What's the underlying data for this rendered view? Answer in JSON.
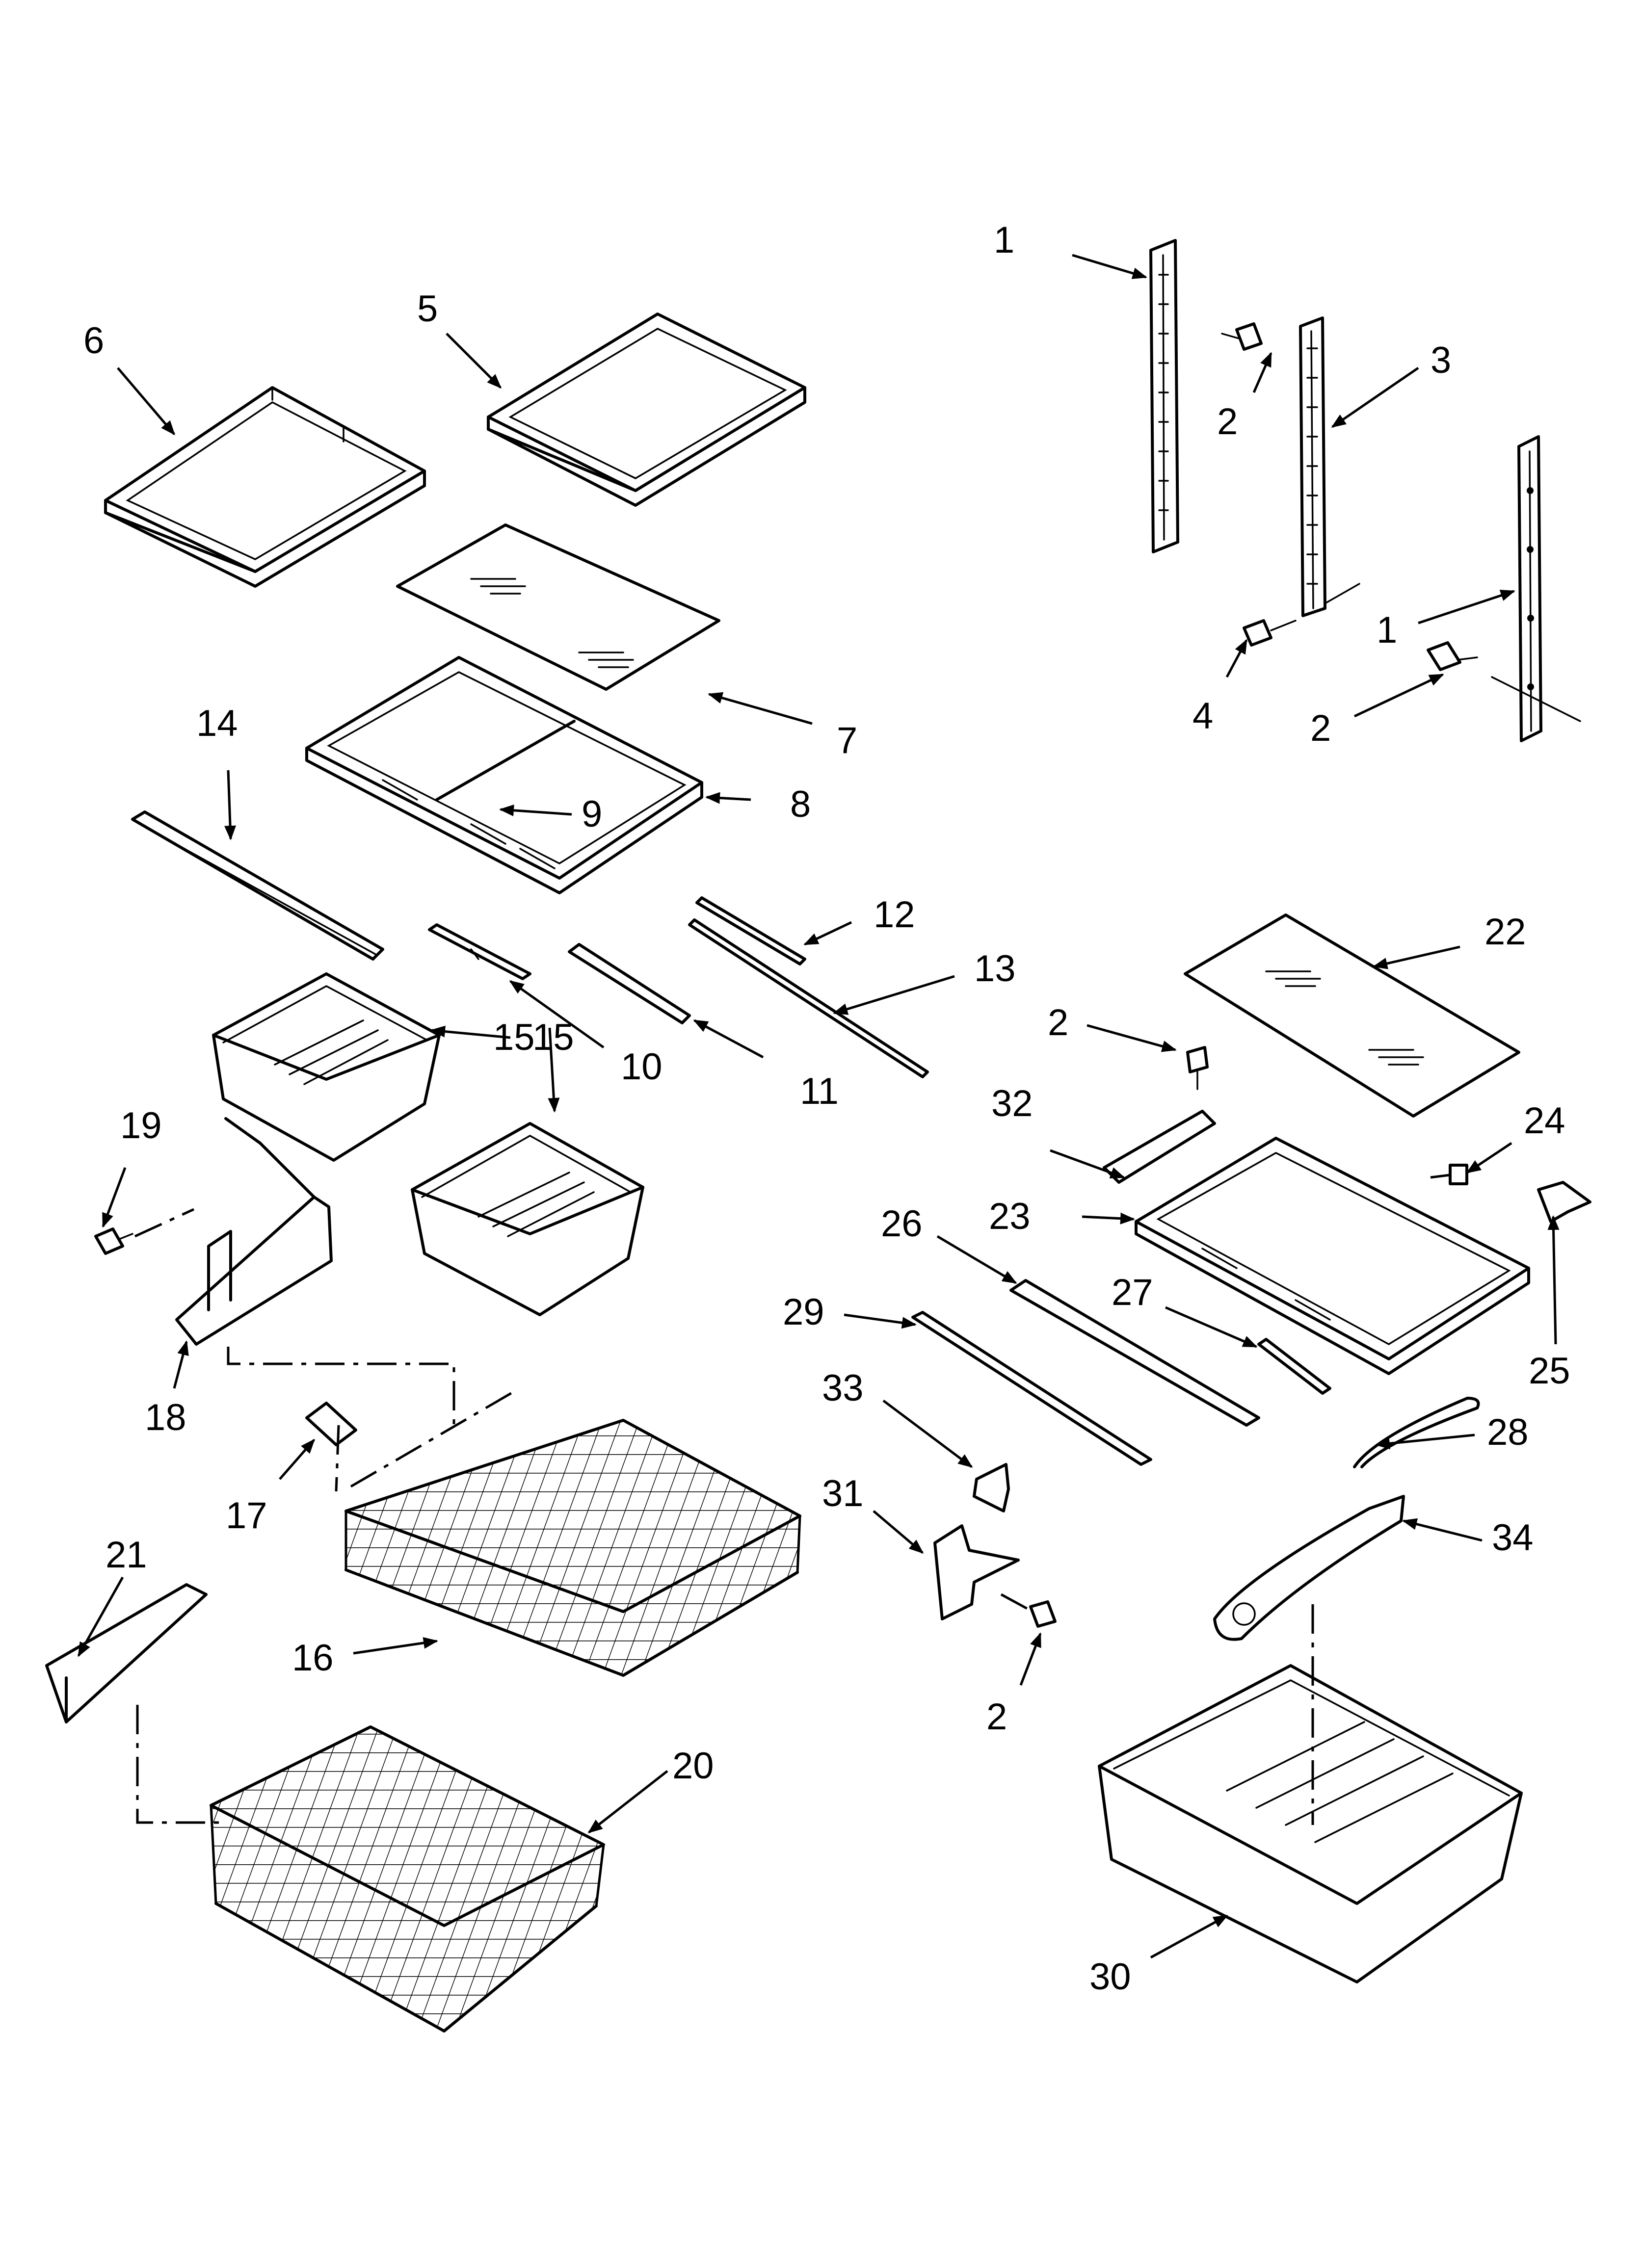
{
  "callouts": {
    "c1a": "1",
    "c2a": "2",
    "c3": "3",
    "c1b": "1",
    "c2b": "2",
    "c4": "4",
    "c5": "5",
    "c6": "6",
    "c7": "7",
    "c8": "8",
    "c9": "9",
    "c14": "14",
    "c12": "12",
    "c13": "13",
    "c15a": "15",
    "c15b": "15",
    "c10": "10",
    "c11": "11",
    "c22": "22",
    "c2c": "2",
    "c32": "32",
    "c24": "24",
    "c23": "23",
    "c25": "25",
    "c26": "26",
    "c27": "27",
    "c29": "29",
    "c28": "28",
    "c33": "33",
    "c31": "31",
    "c34": "34",
    "c2d": "2",
    "c30": "30",
    "c19": "19",
    "c18": "18",
    "c17": "17",
    "c16": "16",
    "c21": "21",
    "c20": "20"
  }
}
